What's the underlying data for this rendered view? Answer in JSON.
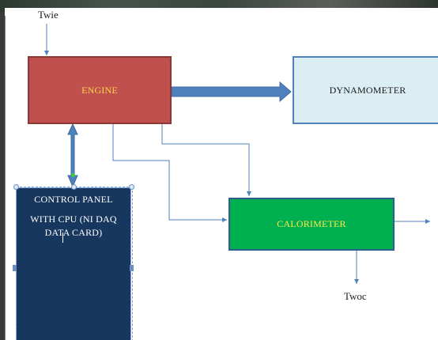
{
  "diagram": {
    "labels": {
      "twie": "Twie",
      "twoc": "Twoc"
    },
    "boxes": {
      "engine": "ENGINE",
      "dynamometer": "DYNAMOMETER",
      "calorimeter": "CALORIMETER",
      "control_panel_line1": "CONTROL PANEL",
      "control_panel_line2": "WITH CPU (NI DAQ",
      "control_panel_line3": "DATA CARD)"
    },
    "colors": {
      "engine_fill": "#c0504d",
      "dynamometer_fill": "#daeef3",
      "calorimeter_fill": "#00b050",
      "control_panel_fill": "#17375e",
      "arrow_color": "#4f81bd"
    }
  }
}
